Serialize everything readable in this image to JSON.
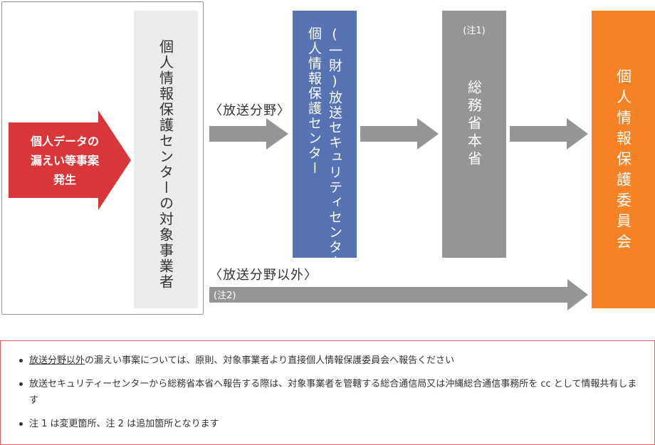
{
  "start_event": {
    "lines": [
      "個人データの",
      "漏えい等事案",
      "発生"
    ],
    "color": "#d9363a"
  },
  "target_business": {
    "label": "個人情報保護センターの対象事業者",
    "color": "#ebebeb"
  },
  "broadcast_security_center": {
    "line1": "(一財)放送セキュリティセンター",
    "line2": "個人情報保護センター",
    "color": "#5673b4"
  },
  "ministry": {
    "note": "(注1)",
    "label": "総務省本省",
    "color": "#959595"
  },
  "commission": {
    "label": "個人情報保護委員会",
    "color": "#f58225"
  },
  "routes": {
    "broadcast": "〈放送分野〉",
    "non_broadcast": "〈放送分野以外〉",
    "non_broadcast_note": "(注2)"
  },
  "arrow_color": "#959595",
  "notes": {
    "item1_underlined": "放送分野以外",
    "item1_rest": "の漏えい事案については、原則、対象事業者より直接個人情報保護委員会へ報告ください",
    "item2": "放送セキュリティーセンターから総務省本省へ報告する際は、対象事業者を管轄する総合通信局又は沖縄総合通信事務所を cc として情報共有します",
    "item3": "注 1 は変更箇所、注 2 は追加箇所となります",
    "border_color": "#e25e5e"
  }
}
